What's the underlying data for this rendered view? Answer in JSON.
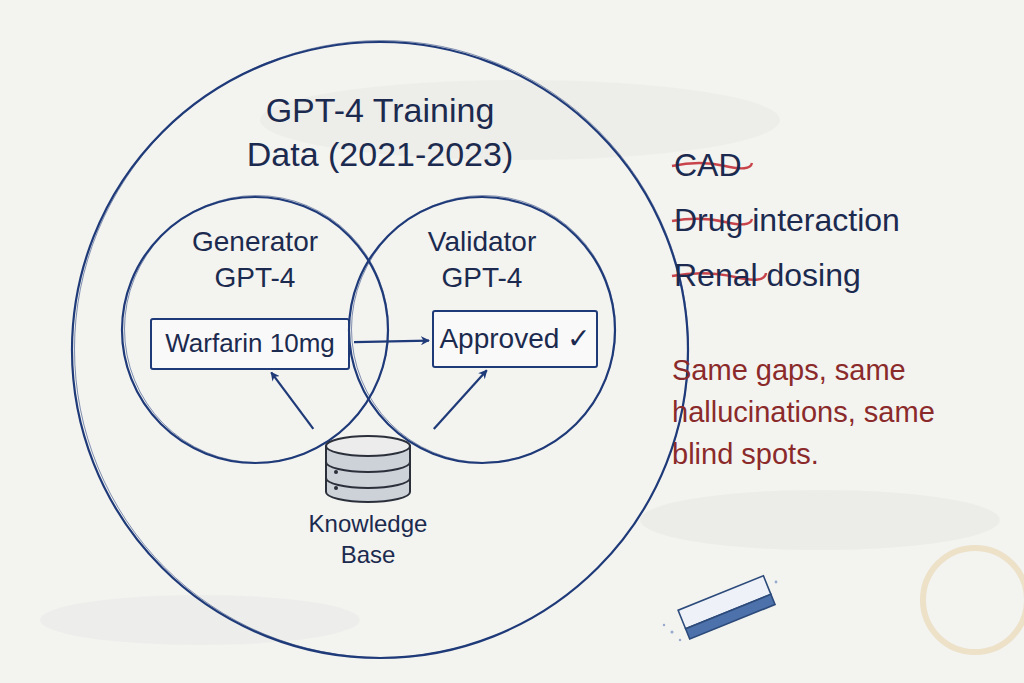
{
  "diagram": {
    "nodes": [
      {
        "text": [
          "GPT-4 Training Data (2021-2023)"
        ]
      },
      {
        "text": [
          "Generator GPT-4"
        ],
        "in": 0
      },
      {
        "text": [
          "Warfarin 10mg"
        ],
        "in": 1
      },
      {
        "text": [
          "Validator GPT-4"
        ],
        "in": 0
      },
      {
        "text": [
          "Approved ✓"
        ],
        "in": 3
      },
      {
        "text": [
          "Knowledge Base"
        ],
        "in": 0
      }
    ],
    "edges": [
      {
        "from": 2,
        "to": 4,
        "arrow": "to"
      },
      {
        "from": 5,
        "to": 2,
        "arrow": "to"
      },
      {
        "from": 5,
        "to": 4,
        "arrow": "to"
      }
    ],
    "labels": [
      "CAD",
      "Drug interaction",
      "Renal dosing",
      "Same gaps, same hallucinations, same blind spots."
    ]
  }
}
